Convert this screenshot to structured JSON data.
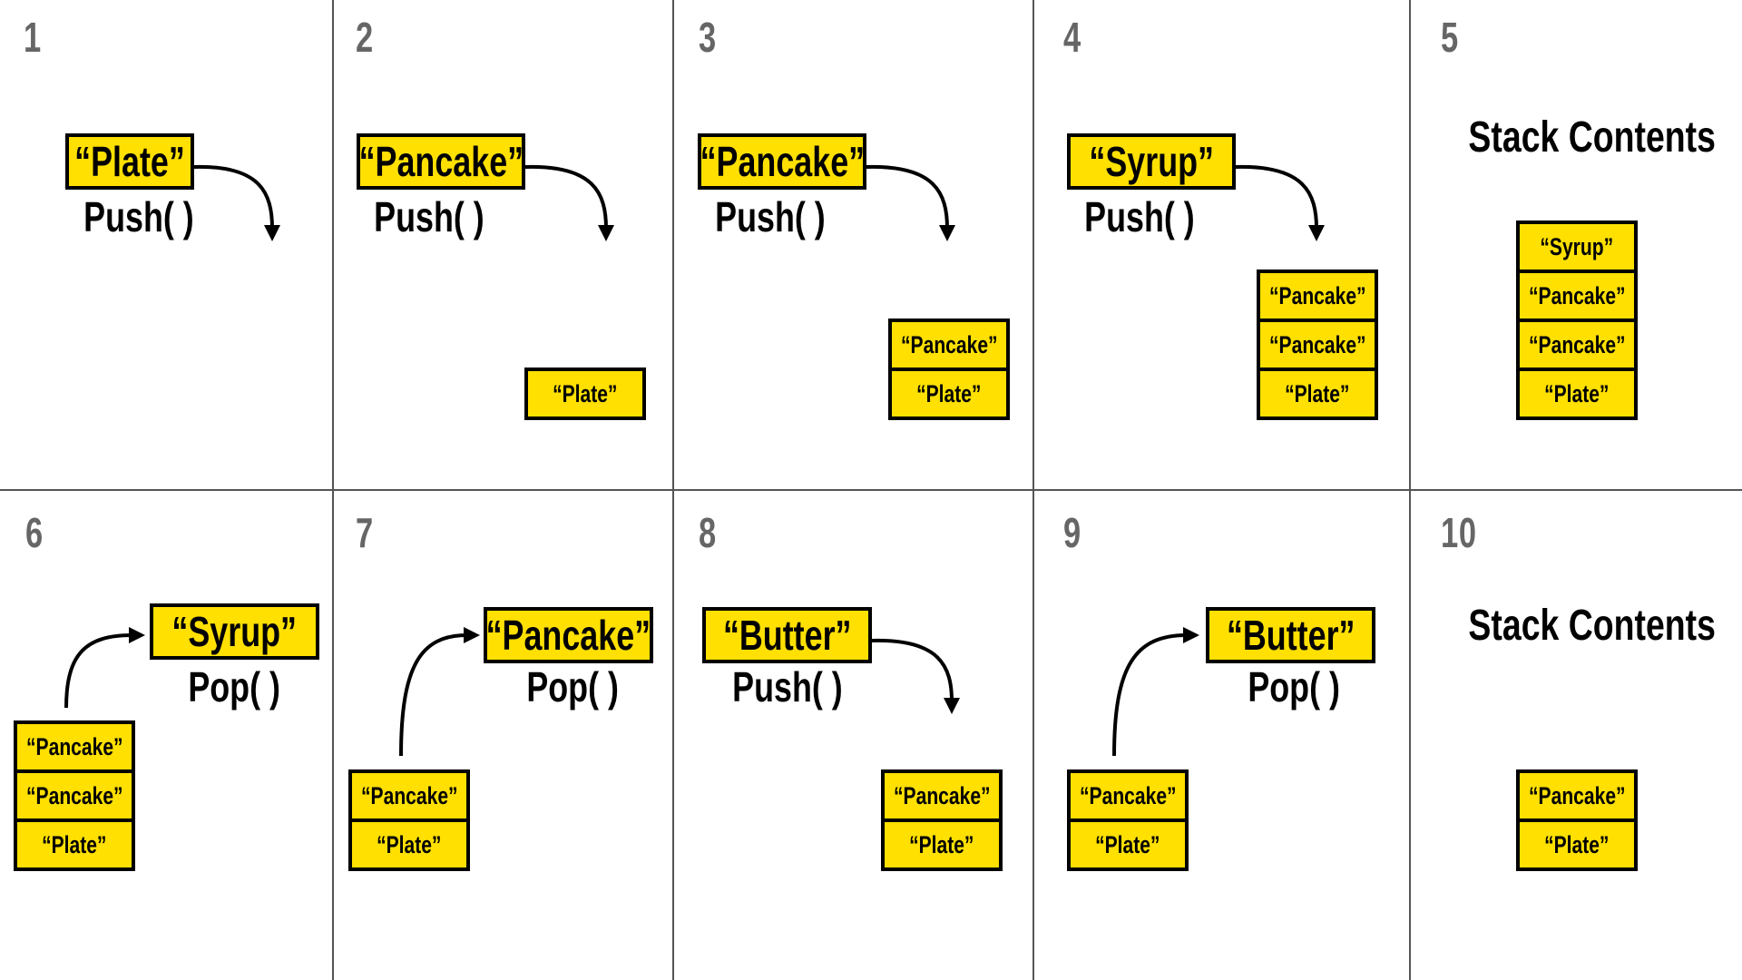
{
  "panels": [
    {
      "number": "1",
      "item": "“Plate”",
      "operation": "Push( )",
      "stack": []
    },
    {
      "number": "2",
      "item": "“Pancake”",
      "operation": "Push( )",
      "stack": [
        "“Plate”"
      ]
    },
    {
      "number": "3",
      "item": "“Pancake”",
      "operation": "Push( )",
      "stack": [
        "“Pancake”",
        "“Plate”"
      ]
    },
    {
      "number": "4",
      "item": "“Syrup”",
      "operation": "Push( )",
      "stack": [
        "“Pancake”",
        "“Pancake”",
        "“Plate”"
      ]
    },
    {
      "number": "5",
      "title": "Stack Contents",
      "stack": [
        "“Syrup”",
        "“Pancake”",
        "“Pancake”",
        "“Plate”"
      ]
    },
    {
      "number": "6",
      "item": "“Syrup”",
      "operation": "Pop( )",
      "stack": [
        "“Pancake”",
        "“Pancake”",
        "“Plate”"
      ]
    },
    {
      "number": "7",
      "item": "“Pancake”",
      "operation": "Pop( )",
      "stack": [
        "“Pancake”",
        "“Plate”"
      ]
    },
    {
      "number": "8",
      "item": "“Butter”",
      "operation": "Push( )",
      "stack": [
        "“Pancake”",
        "“Plate”"
      ]
    },
    {
      "number": "9",
      "item": "“Butter”",
      "operation": "Pop( )",
      "stack": [
        "“Pancake”",
        "“Plate”"
      ]
    },
    {
      "number": "10",
      "title": "Stack Contents",
      "stack": [
        "“Pancake”",
        "“Plate”"
      ]
    }
  ],
  "colors": {
    "box_fill": "#ffe000",
    "box_border": "#000000",
    "number": "#666666",
    "divider": "#555555"
  }
}
